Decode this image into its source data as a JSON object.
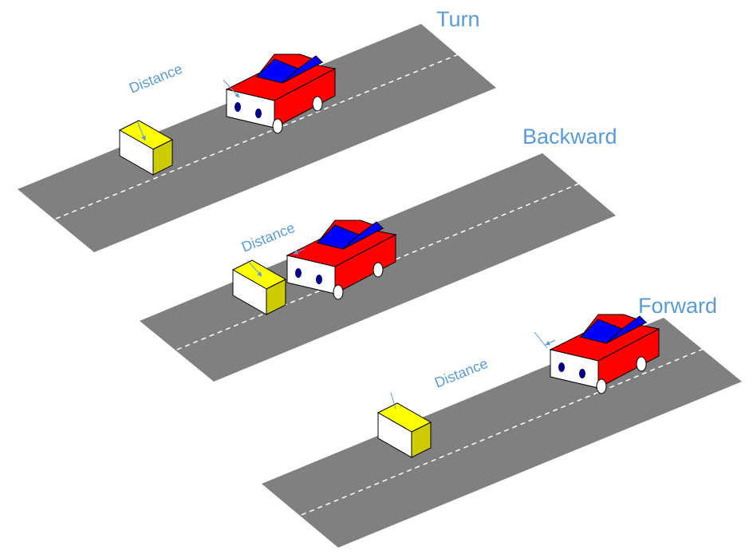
{
  "colors": {
    "road": "#808080",
    "road_line": "#ffffff",
    "car_body": "#ff0000",
    "car_window": "#0000ff",
    "car_front": "#ffffff",
    "headlight": "#000080",
    "obstacle_top": "#ffff00",
    "obstacle_side": "#cccc00",
    "obstacle_front": "#ffffff",
    "label": "#5b9bd5"
  },
  "scenes": [
    {
      "title": "Turn",
      "distance_label": "Distance"
    },
    {
      "title": "Backward",
      "distance_label": "Distance"
    },
    {
      "title": "Forward",
      "distance_label": "Distance"
    }
  ]
}
